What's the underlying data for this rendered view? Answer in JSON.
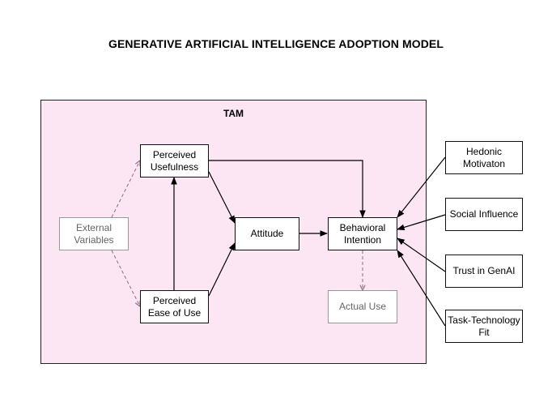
{
  "title": "GENERATIVE ARTIFICIAL INTELLIGENCE ADOPTION MODEL",
  "tam_label": "TAM",
  "nodes": {
    "external": "External\nVariables",
    "usefulness": "Perceived\nUsefulness",
    "ease": "Perceived\nEase of Use",
    "attitude": "Attitude",
    "intention": "Behavioral\nIntention",
    "actual": "Actual Use",
    "hedonic": "Hedonic\nMotivaton",
    "social": "Social Influence",
    "trust": "Trust in GenAI",
    "ttf": "Task-Technology\nFit"
  },
  "colors": {
    "tam_background": "#fde6f3",
    "dashed_arrow": "#8a6a82",
    "muted_text": "#666666"
  }
}
